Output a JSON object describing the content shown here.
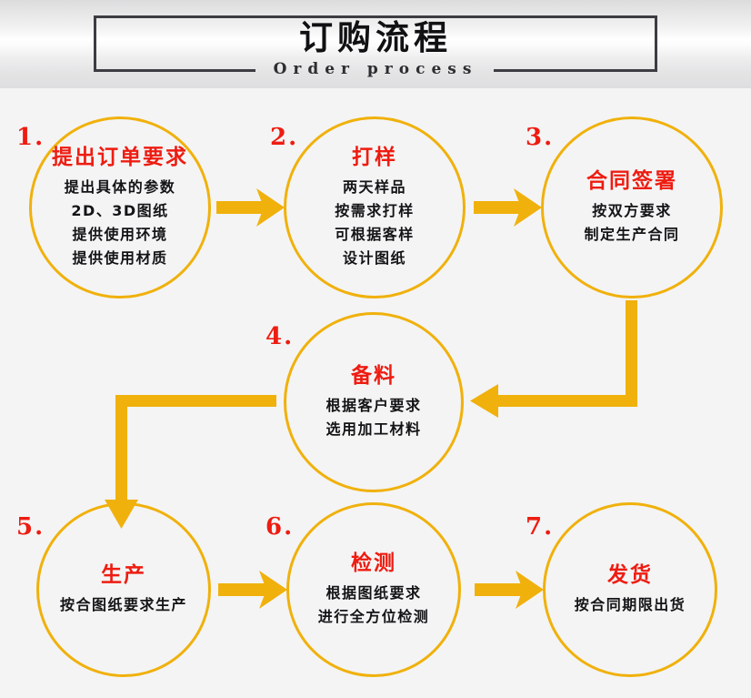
{
  "header": {
    "title": "订购流程",
    "subtitle": "Order process"
  },
  "colors": {
    "gold": "#f0b10c",
    "red": "#ee1c11",
    "ink": "#141417",
    "border": "#3c3c42",
    "background": "#f4f4f4"
  },
  "steps": [
    {
      "num": "1.",
      "title": "提出订单要求",
      "lines": [
        "提出具体的参数",
        "2D、3D图纸",
        "提供使用环境",
        "提供使用材质"
      ]
    },
    {
      "num": "2.",
      "title": "打样",
      "lines": [
        "两天样品",
        "按需求打样",
        "可根据客样",
        "设计图纸"
      ]
    },
    {
      "num": "3.",
      "title": "合同签署",
      "lines": [
        "按双方要求",
        "制定生产合同"
      ]
    },
    {
      "num": "4.",
      "title": "备料",
      "lines": [
        "根据客户要求",
        "选用加工材料"
      ]
    },
    {
      "num": "5.",
      "title": "生产",
      "lines": [
        "按合图纸要求生产"
      ]
    },
    {
      "num": "6.",
      "title": "检测",
      "lines": [
        "根据图纸要求",
        "进行全方位检测"
      ]
    },
    {
      "num": "7.",
      "title": "发货",
      "lines": [
        "按合同期限出货"
      ]
    }
  ],
  "connectors": [
    {
      "name": "arrow-step1-to-step2",
      "direction": "right"
    },
    {
      "name": "arrow-step2-to-step3",
      "direction": "right"
    },
    {
      "name": "arrow-step3-to-step4",
      "direction": "left-elbow-down"
    },
    {
      "name": "arrow-step4-to-step5",
      "direction": "left-elbow-down"
    },
    {
      "name": "arrow-step5-to-step6",
      "direction": "right"
    },
    {
      "name": "arrow-step6-to-step7",
      "direction": "right"
    }
  ]
}
